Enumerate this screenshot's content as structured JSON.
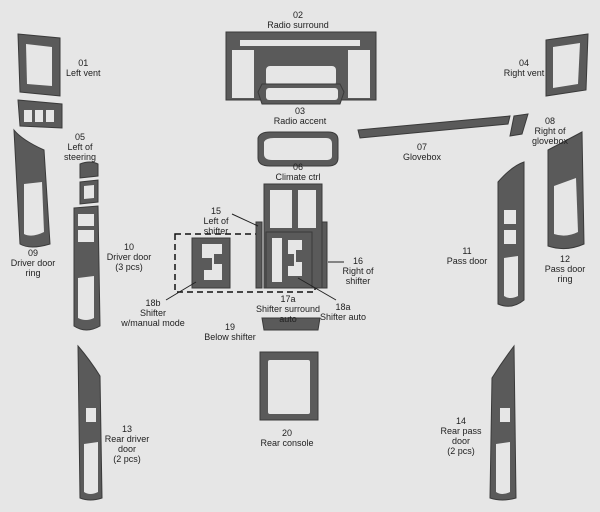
{
  "colors": {
    "background": "#e6e6e6",
    "part_fill": "#5a5a5a",
    "part_stroke": "#3a3a3a",
    "cutout": "#e6e6e6",
    "line": "#222222"
  },
  "parts": [
    {
      "id": "p01",
      "num": "01",
      "lines": [
        "Left vent"
      ]
    },
    {
      "id": "p02",
      "num": "02",
      "lines": [
        "Radio surround"
      ]
    },
    {
      "id": "p03",
      "num": "03",
      "lines": [
        "Radio accent"
      ]
    },
    {
      "id": "p04",
      "num": "04",
      "lines": [
        "Right vent"
      ]
    },
    {
      "id": "p05",
      "num": "05",
      "lines": [
        "Left of",
        "steering"
      ]
    },
    {
      "id": "p06",
      "num": "06",
      "lines": [
        "Climate ctrl"
      ]
    },
    {
      "id": "p07",
      "num": "07",
      "lines": [
        "Glovebox"
      ]
    },
    {
      "id": "p08",
      "num": "08",
      "lines": [
        "Right of",
        "glovebox"
      ]
    },
    {
      "id": "p09",
      "num": "09",
      "lines": [
        "Driver door",
        "ring"
      ]
    },
    {
      "id": "p10",
      "num": "10",
      "lines": [
        "Driver door",
        "(3 pcs)"
      ]
    },
    {
      "id": "p11",
      "num": "11",
      "lines": [
        "Pass door"
      ]
    },
    {
      "id": "p12",
      "num": "12",
      "lines": [
        "Pass door",
        "ring"
      ]
    },
    {
      "id": "p13",
      "num": "13",
      "lines": [
        "Rear driver",
        "door",
        "(2 pcs)"
      ]
    },
    {
      "id": "p14",
      "num": "14",
      "lines": [
        "Rear pass",
        "door",
        "(2 pcs)"
      ]
    },
    {
      "id": "p15",
      "num": "15",
      "lines": [
        "Left of",
        "shifter"
      ]
    },
    {
      "id": "p16",
      "num": "16",
      "lines": [
        "Right of",
        "shifter"
      ]
    },
    {
      "id": "p17a",
      "num": "17a",
      "lines": [
        "Shifter surround",
        "auto"
      ]
    },
    {
      "id": "p18a",
      "num": "18a",
      "lines": [
        "Shifter auto"
      ]
    },
    {
      "id": "p18b",
      "num": "18b",
      "lines": [
        "Shifter",
        "w/manual mode"
      ]
    },
    {
      "id": "p19",
      "num": "19",
      "lines": [
        "Below shifter"
      ]
    },
    {
      "id": "p20",
      "num": "20",
      "lines": [
        "Rear console"
      ]
    }
  ]
}
